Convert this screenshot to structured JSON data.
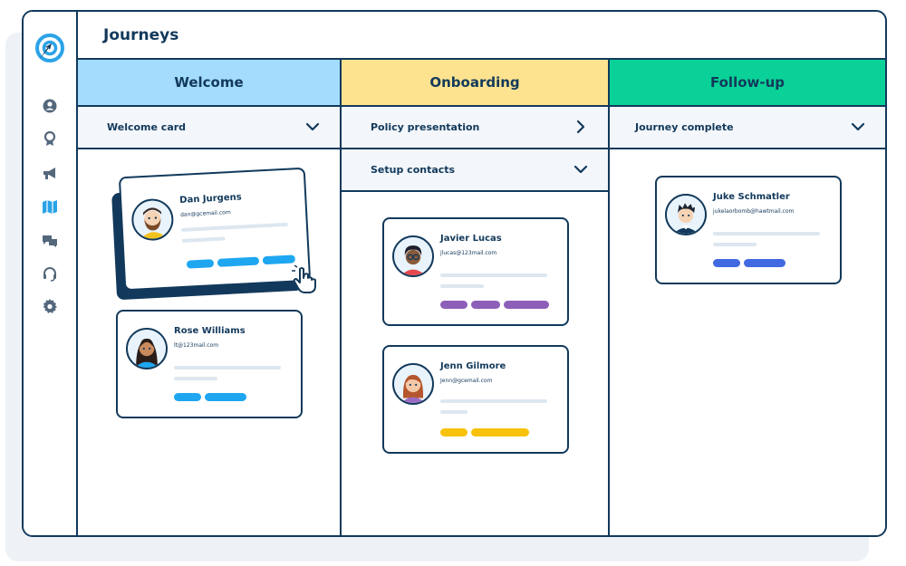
{
  "page": {
    "title": "Journeys"
  },
  "sidebar": {
    "items": [
      {
        "icon": "user-icon"
      },
      {
        "icon": "award-icon"
      },
      {
        "icon": "megaphone-icon"
      },
      {
        "icon": "map-icon",
        "active": true
      },
      {
        "icon": "chat-icon"
      },
      {
        "icon": "headset-icon"
      },
      {
        "icon": "gear-icon"
      }
    ]
  },
  "columns": [
    {
      "title": "Welcome",
      "color": "#a3dcfc",
      "steps": [
        {
          "label": "Welcome card",
          "icon": "chevron-down-icon"
        }
      ],
      "cards": [
        {
          "name": "Dan Jurgens",
          "email": "dan@gcemail.com",
          "tag_color": "#1ea7f0",
          "tags": 3
        },
        {
          "name": "Rose Williams",
          "email": "lt@123mail.com",
          "tag_color": "#1ea7f0",
          "tags": 2
        }
      ]
    },
    {
      "title": "Onboarding",
      "color": "#fde38f",
      "steps": [
        {
          "label": "Policy presentation",
          "icon": "chevron-right-icon"
        },
        {
          "label": "Setup contacts",
          "icon": "chevron-down-icon"
        }
      ],
      "cards": [
        {
          "name": "Javier Lucas",
          "email": "jlucas@123mail.com",
          "tag_color": "#8d5fb8",
          "tags": 3
        },
        {
          "name": "Jenn Gilmore",
          "email": "Jenn@gcemail.com",
          "tag_color": "#f8c20b",
          "tags": 2
        }
      ]
    },
    {
      "title": "Follow-up",
      "color": "#09d197",
      "steps": [
        {
          "label": "Journey complete",
          "icon": "chevron-down-icon"
        }
      ],
      "cards": [
        {
          "name": "Juke Schmatler",
          "email": "jukelaorbomb@hawtmail.com",
          "tag_color": "#4169e1",
          "tags": 2
        }
      ]
    }
  ]
}
